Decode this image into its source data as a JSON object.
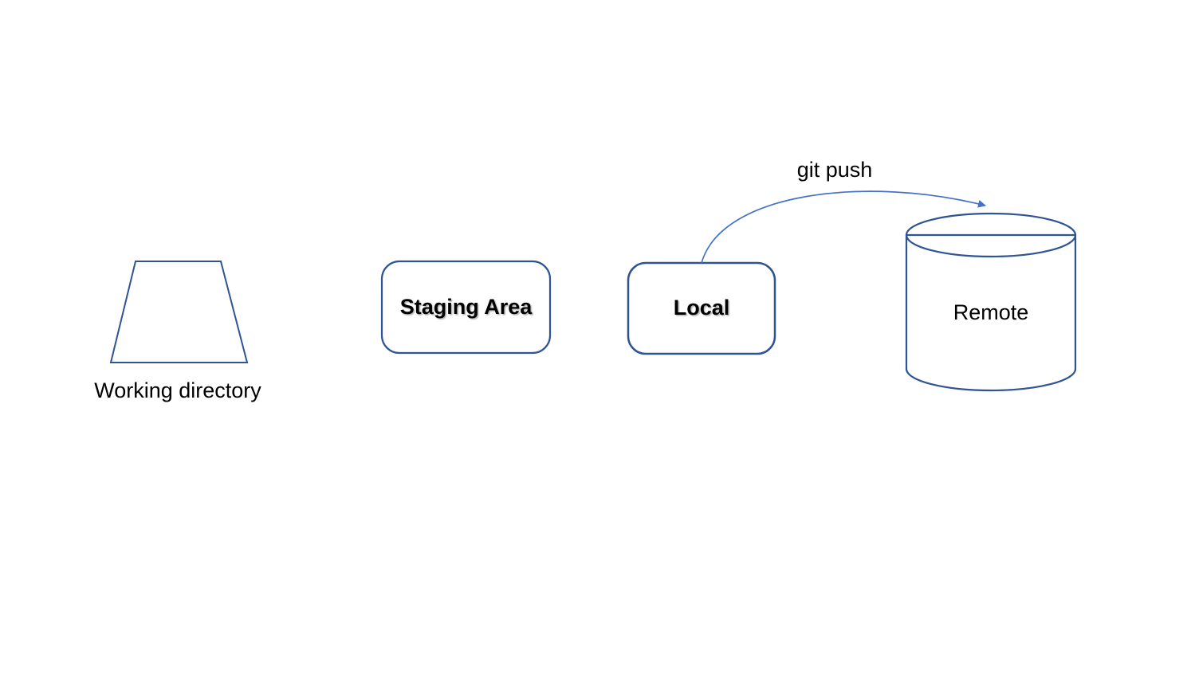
{
  "diagram": {
    "background_color": "#ffffff",
    "border_color": "#2e5494",
    "text_color": "#000000",
    "nodes": [
      {
        "id": "working-directory",
        "label": "Working directory",
        "shape": "trapezoid",
        "fill": "#93ce60",
        "label_position": "below"
      },
      {
        "id": "staging-area",
        "label": "Staging Area",
        "shape": "rounded-rect",
        "fill": "#ffffff",
        "label_position": "center"
      },
      {
        "id": "local",
        "label": "Local",
        "shape": "rounded-rect",
        "fill": "#c8e0b9",
        "label_position": "center"
      },
      {
        "id": "remote",
        "label": "Remote",
        "shape": "cylinder",
        "fill": "#c5deb5",
        "top_fill": "#dde9d4",
        "label_position": "center"
      }
    ],
    "edges": [
      {
        "id": "git-push",
        "label": "git push",
        "from": "local",
        "to": "remote",
        "color": "#4472c4",
        "style": "curved-arrow"
      }
    ]
  }
}
